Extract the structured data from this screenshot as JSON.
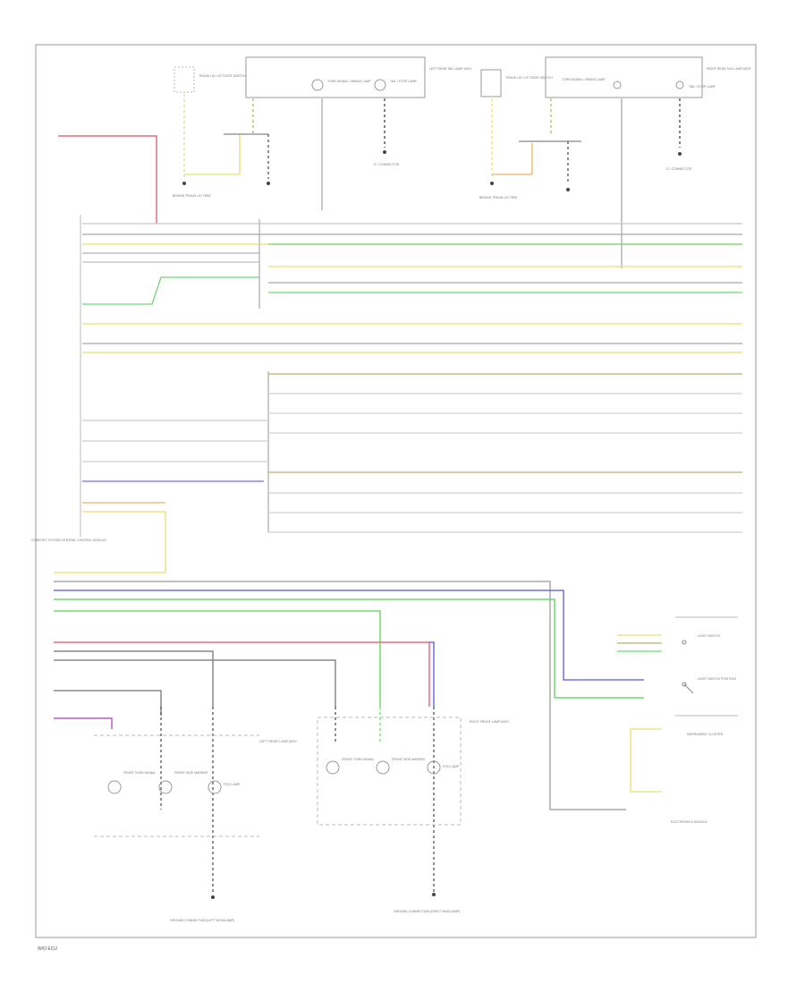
{
  "page_label": "W/O ECU",
  "diagram": {
    "top_components": {
      "left_switch_name": "TRUNK LID / LIFTGATE SWITCH",
      "left_lamp_box_name": "LEFT REAR TAIL LAMP ASSY",
      "left_lamp_1": "TURN SIGNAL / BRAKE LAMP",
      "left_lamp_2": "TAIL / STOP LAMP",
      "right_switch_name": "TRUNK LID / LIFTGATE SWITCH",
      "right_lamp_box_name": "RIGHT REAR TAIL LAMP ASSY",
      "right_lamp_1": "TURN SIGNAL / BRAKE LAMP",
      "right_lamp_2": "TAIL / STOP LAMP",
      "ground_1": "G / CONNECTOR",
      "ground_2": "BEHIND TRUNK LID TRIM",
      "ground_3": "G / CONNECTOR",
      "ground_4": "BEHIND TRUNK LID TRIM"
    },
    "module_label": "COMFORT SYSTEM CENTRAL CONTROL MODULE",
    "bottom_components": {
      "left_group": "LEFT FRONT LAMP ASSY",
      "left_lamp_a": "FRONT TURN SIGNAL",
      "left_lamp_b": "FRONT SIDE MARKER",
      "left_lamp_c": "FOG LAMP",
      "center_group": "RIGHT FRONT LAMP ASSY",
      "center_lamp_a": "FRONT TURN SIGNAL",
      "center_lamp_b": "FRONT SIDE MARKER",
      "center_lamp_c": "FOG LAMP",
      "left_ground": "GROUND CONNECTION (LEFT HEADLAMP)",
      "center_ground": "GROUND CONNECTION (RIGHT HEADLAMP)",
      "right_switch_a": "LIGHT SWITCH",
      "right_switch_b": "LIGHT SWITCH POSITION",
      "right_module": "INSTRUMENT CLUSTER",
      "right_module_note": "ELECTRONICS MODULE"
    },
    "wire_colors": {
      "red": "#e07080",
      "yellow": "#e8e070",
      "green": "#70d870",
      "blue": "#7070e8",
      "purple": "#b060c0",
      "gray": "#a8a8a8",
      "dark": "#404040",
      "olive": "#b8b070",
      "orange": "#e8b070"
    }
  }
}
